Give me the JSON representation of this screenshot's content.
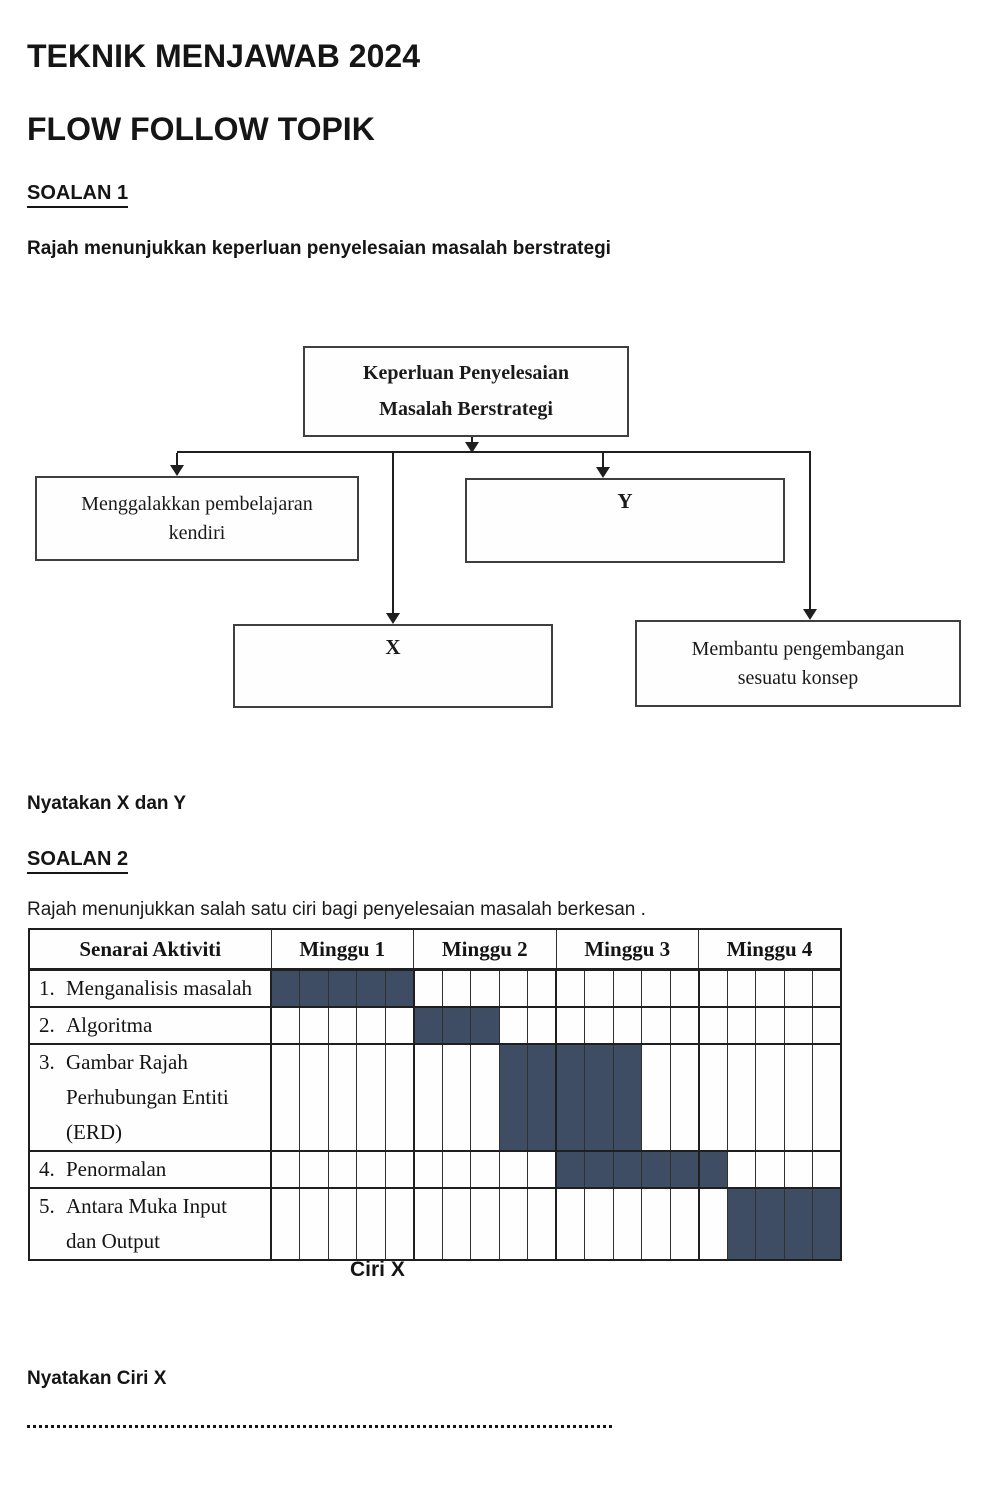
{
  "doc": {
    "title": "TEKNIK MENJAWAB 2024",
    "subtitle": "FLOW FOLLOW TOPIK"
  },
  "soalan1": {
    "heading": "SOALAN 1",
    "description": "Rajah menunjukkan keperluan penyelesaian masalah berstrategi",
    "question": "Nyatakan X dan Y"
  },
  "flowchart": {
    "root": {
      "line1": "Keperluan Penyelesaian",
      "line2": "Masalah Berstrategi"
    },
    "left": {
      "line1": "Menggalakkan pembelajaran",
      "line2": "kendiri"
    },
    "y_label": "Y",
    "x_label": "X",
    "right": {
      "line1": "Membantu pengembangan",
      "line2": "sesuatu konsep"
    }
  },
  "soalan2": {
    "heading": "SOALAN 2",
    "description": "Rajah menunjukkan salah satu ciri bagi penyelesaian masalah berkesan .",
    "caption": "Ciri X",
    "question": "Nyatakan Ciri X"
  },
  "chart_data": {
    "type": "table",
    "subtype": "gantt",
    "title": "Ciri X",
    "columns": [
      "Senarai Aktiviti",
      "Minggu 1",
      "Minggu 2",
      "Minggu 3",
      "Minggu 4"
    ],
    "subcolumns_per_week": 5,
    "bar_color": "#3e4c64",
    "rows": [
      {
        "num": "1.",
        "lines": [
          "Menganalisis masalah"
        ],
        "fill_start_subcol": 1,
        "fill_end_subcol": 5
      },
      {
        "num": "2.",
        "lines": [
          "Algoritma"
        ],
        "fill_start_subcol": 6,
        "fill_end_subcol": 8
      },
      {
        "num": "3.",
        "lines": [
          "Gambar Rajah",
          "Perhubungan Entiti",
          "(ERD)"
        ],
        "fill_start_subcol": 9,
        "fill_end_subcol": 13
      },
      {
        "num": "4.",
        "lines": [
          "Penormalan"
        ],
        "fill_start_subcol": 11,
        "fill_end_subcol": 16
      },
      {
        "num": "5.",
        "lines": [
          "Antara Muka Input",
          "dan Output"
        ],
        "fill_start_subcol": 17,
        "fill_end_subcol": 20
      }
    ]
  }
}
